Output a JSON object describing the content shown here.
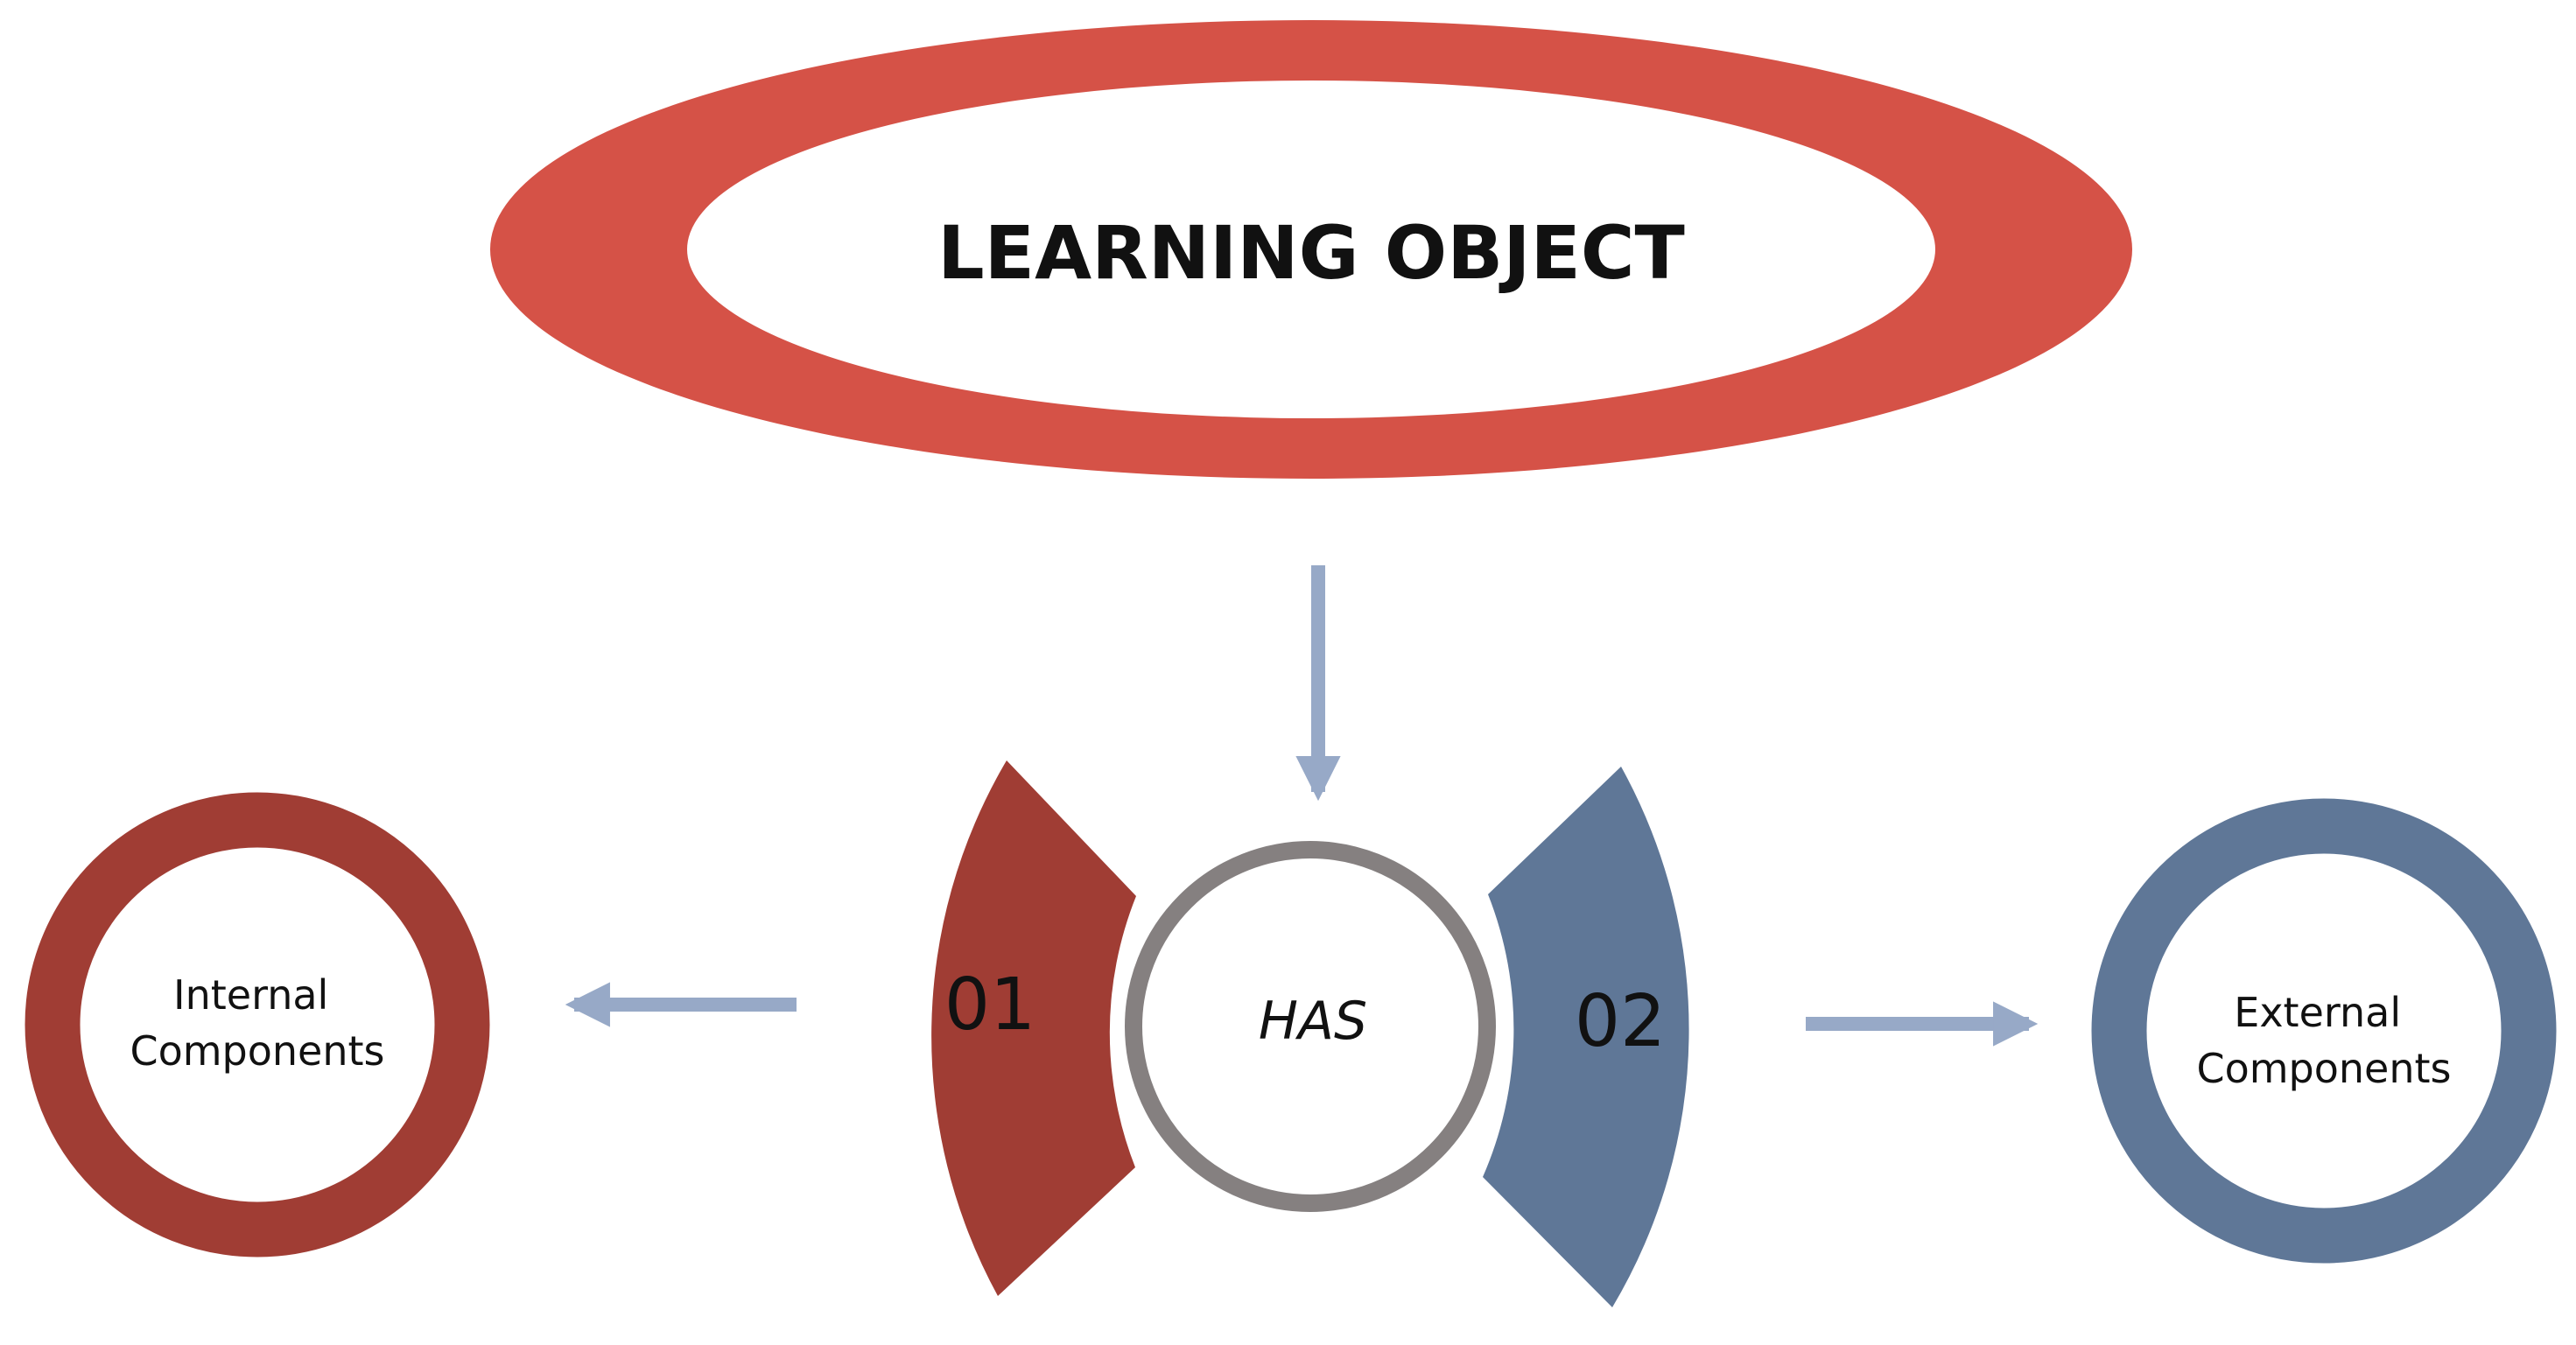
{
  "title": "LEARNING OBJECT",
  "center": {
    "label": "HAS"
  },
  "segments": [
    {
      "number": "01",
      "color": "#A03D34"
    },
    {
      "number": "02",
      "color": "#5F7797"
    }
  ],
  "left_node": {
    "line1": "Internal",
    "line2": "Components",
    "color": "#A03D34"
  },
  "right_node": {
    "line1": "External",
    "line2": "Components",
    "color": "#5F7797"
  },
  "colors": {
    "title_ring": "#D55247",
    "center_ring": "#858080",
    "arrow": "#97A9C7"
  }
}
